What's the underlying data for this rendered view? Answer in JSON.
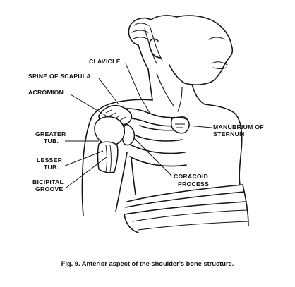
{
  "labels": {
    "clavicle": "CLAVICLE",
    "spine_of_scapula": "SPINE OF SCAPULA",
    "acromion": "ACROMION",
    "manubrium_line1": "MANUBRIUM OF",
    "manubrium_line2": "STERNUM",
    "greater_tub_line1": "GREATER",
    "greater_tub_line2": "TUB.",
    "lesser_tub_line1": "LESSER",
    "lesser_tub_line2": "TUB.",
    "bicipital_line1": "BICIPITAL",
    "bicipital_line2": "GROOVE",
    "coracoid_line1": "CORACOID",
    "coracoid_line2": "PROCESS"
  },
  "caption": "Fig. 9. Anterior aspect of the shoulder's bone structure."
}
